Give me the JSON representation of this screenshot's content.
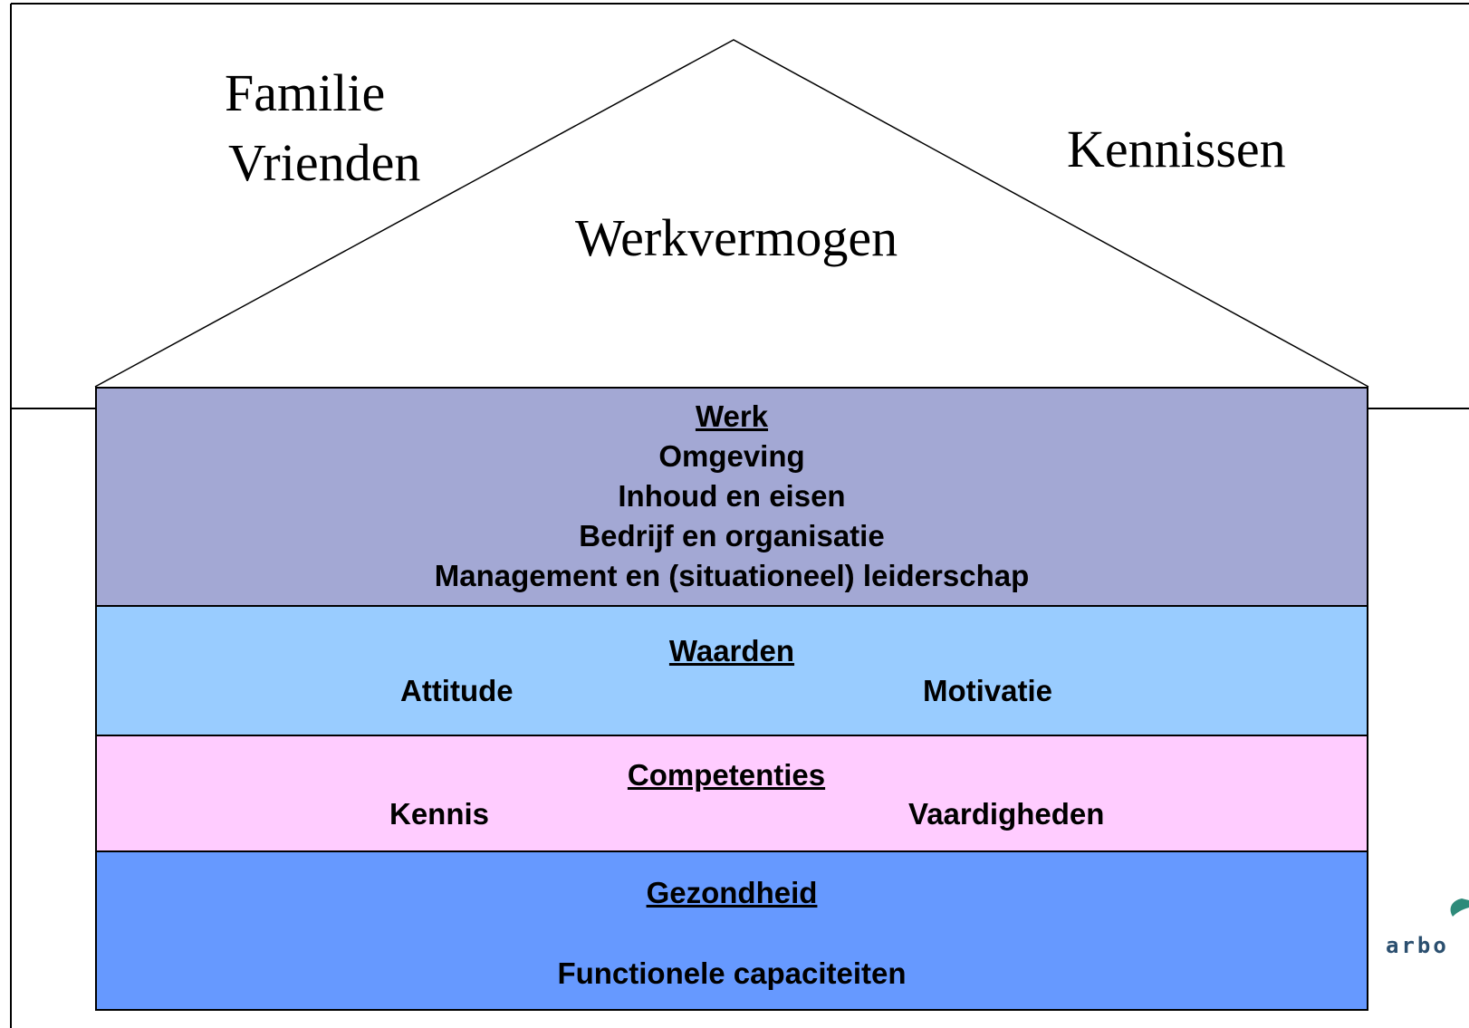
{
  "roof": {
    "title": "Werkvermogen",
    "left_lines": [
      "Familie",
      "Vrienden"
    ],
    "right_label": "Kennissen"
  },
  "bands": {
    "werk": {
      "title": "Werk",
      "lines": [
        "Omgeving",
        "Inhoud en eisen",
        "Bedrijf en organisatie",
        "Management en (situationeel) leiderschap"
      ],
      "color": "#a3a8d4"
    },
    "waarden": {
      "title": "Waarden",
      "left_item": "Attitude",
      "right_item": "Motivatie",
      "color": "#99ccff"
    },
    "competenties": {
      "title": "Competenties",
      "left_item": "Kennis",
      "right_item": "Vaardigheden",
      "color": "#ffccff"
    },
    "gezondheid": {
      "title": "Gezondheid",
      "line": "Functionele capaciteiten",
      "color": "#6699ff"
    }
  },
  "logo": {
    "text": "arbo",
    "icon": "leaf-icon",
    "color": "#2b4f6f",
    "leaf_color": "#2e8b7a"
  }
}
